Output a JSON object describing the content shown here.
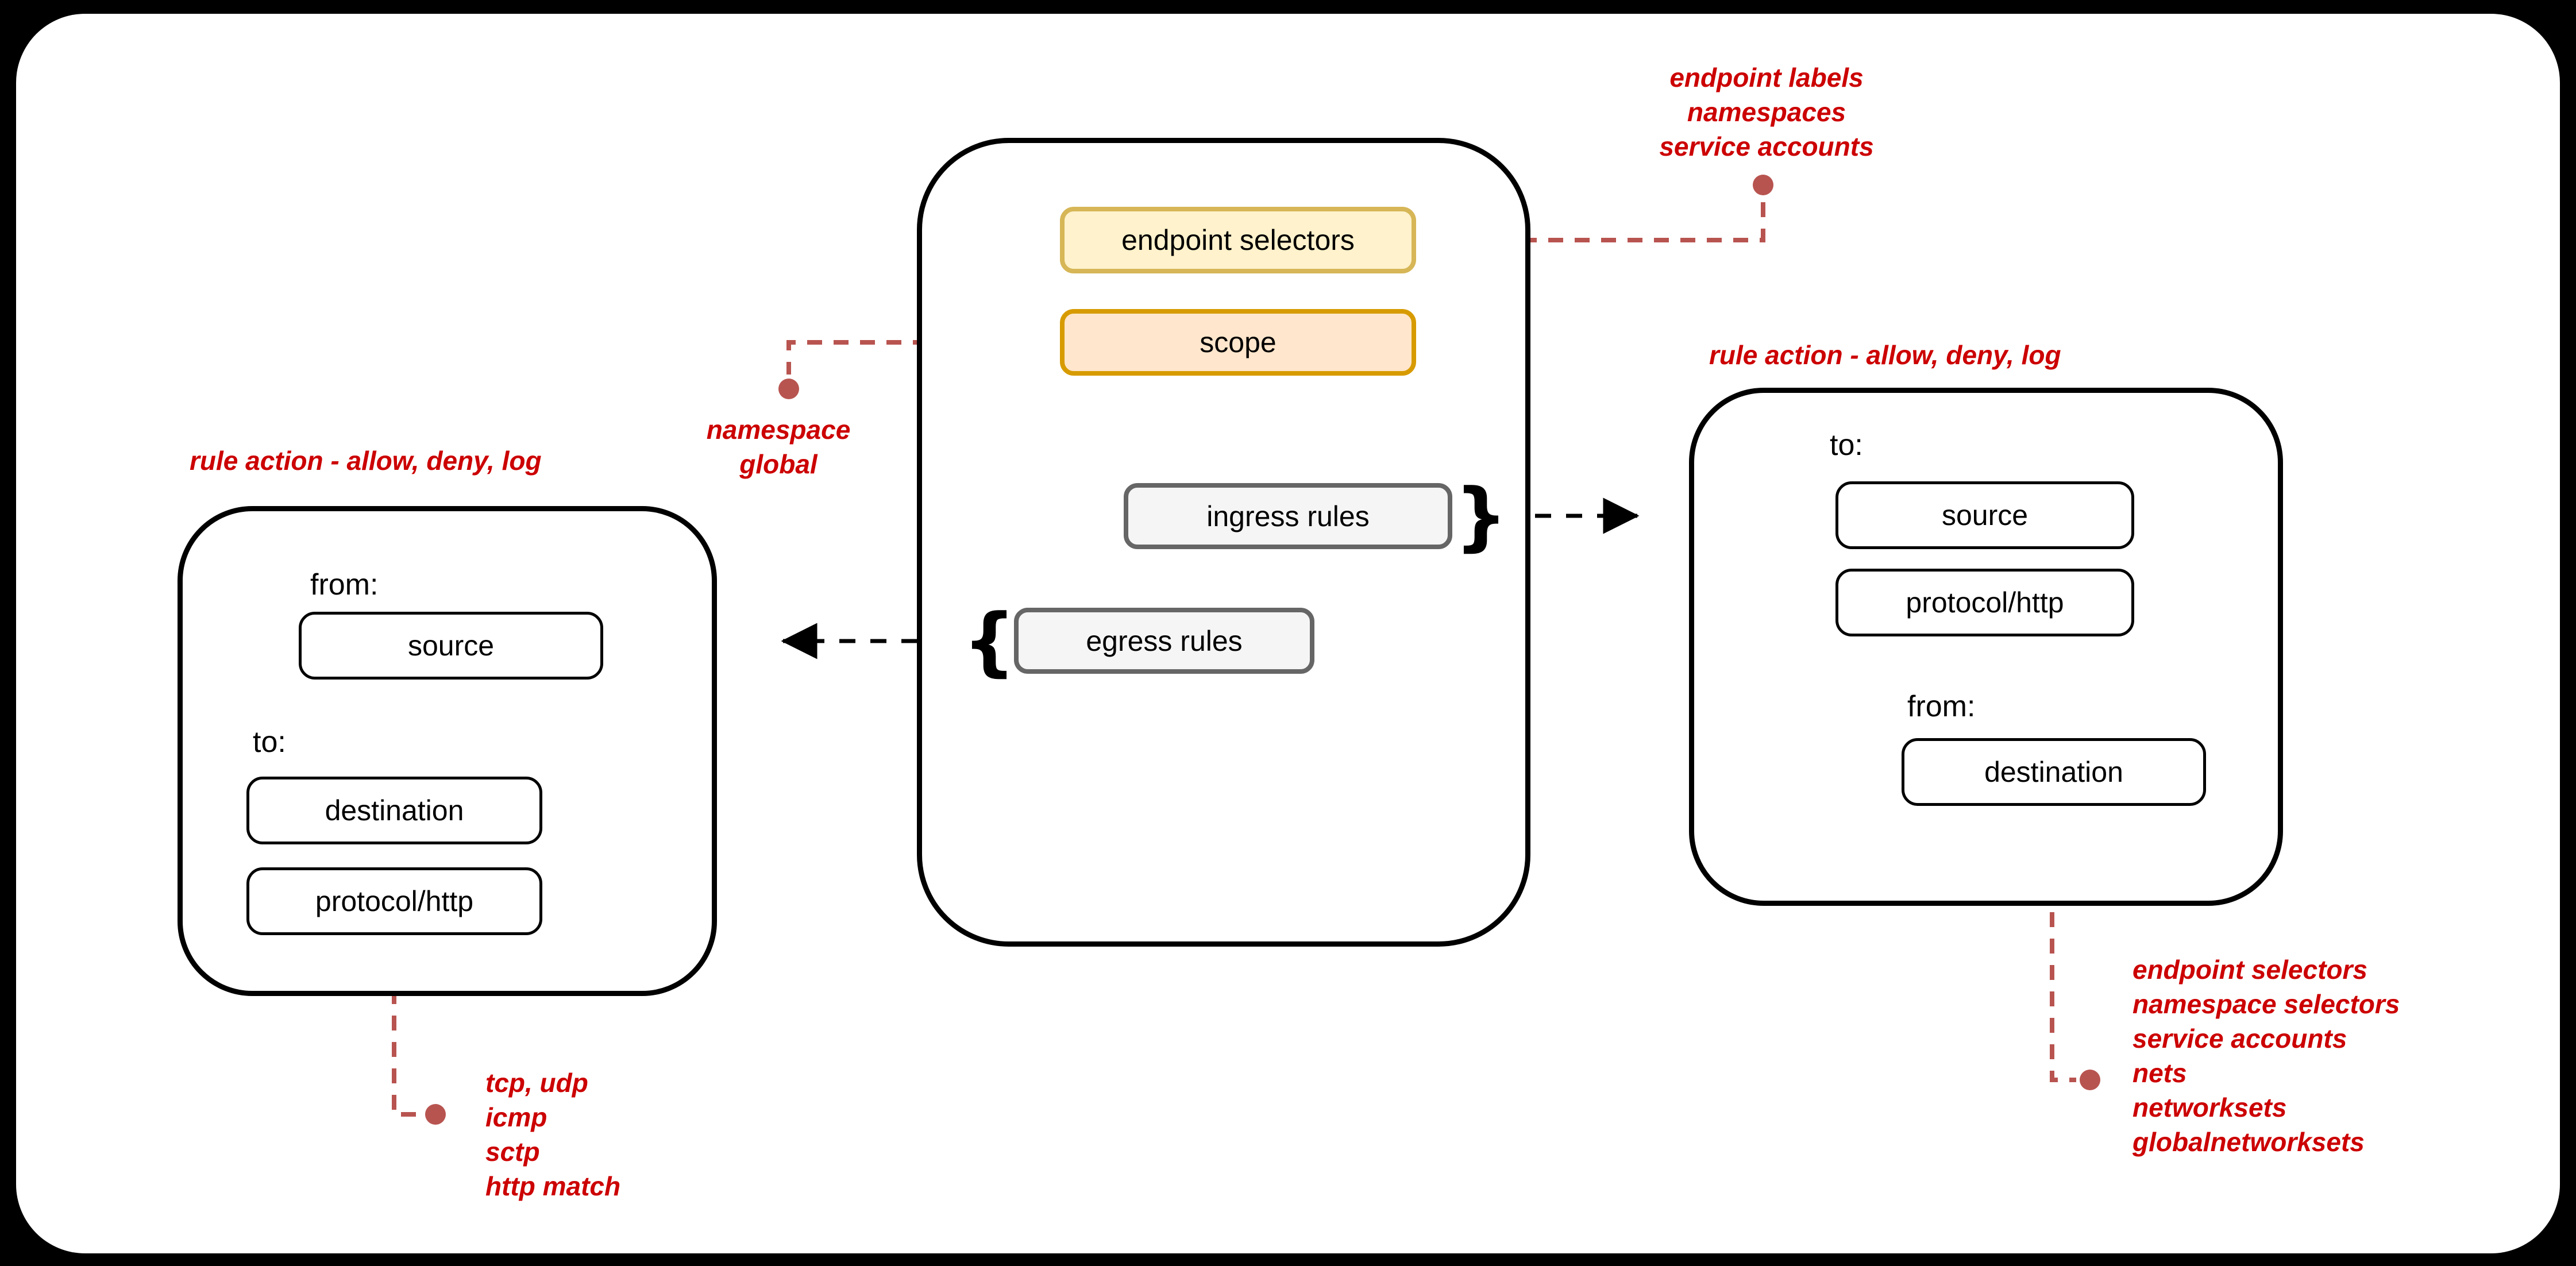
{
  "colors": {
    "canvas_bg": "#000000",
    "page_bg": "#ffffff",
    "outline": "#000000",
    "red_text": "#cc0000",
    "connector_red": "#b85450",
    "yellow_fill": "#fff2cc",
    "yellow_border": "#d6b656",
    "orange_fill": "#ffe6cc",
    "orange_border": "#d79b00",
    "gray_fill": "#f5f5f5",
    "gray_border": "#666666"
  },
  "center_policy": {
    "endpoint_selectors": "endpoint selectors",
    "scope": "scope",
    "ingress_rules": "ingress rules",
    "egress_rules": "egress rules",
    "ingress_brace": "}",
    "egress_brace": "{"
  },
  "left_rule_box": {
    "title": "rule action - allow, deny, log",
    "from_label": "from:",
    "source": "source",
    "to_label": "to:",
    "destination": "destination",
    "protocol": "protocol/http"
  },
  "right_rule_box": {
    "title": "rule action - allow, deny, log",
    "to_label": "to:",
    "source": "source",
    "protocol": "protocol/http",
    "from_label": "from:",
    "destination": "destination"
  },
  "annotations": {
    "endpoint_note": {
      "lines": [
        "endpoint labels",
        "namespaces",
        "service accounts"
      ]
    },
    "scope_note": {
      "lines": [
        "namespace",
        "global"
      ]
    },
    "protocol_note": {
      "lines": [
        "tcp, udp",
        "icmp",
        "sctp",
        "http match"
      ]
    },
    "destination_note": {
      "lines": [
        "endpoint selectors",
        "namespace selectors",
        "service accounts",
        "nets",
        "networksets",
        "globalnetworksets"
      ]
    }
  }
}
